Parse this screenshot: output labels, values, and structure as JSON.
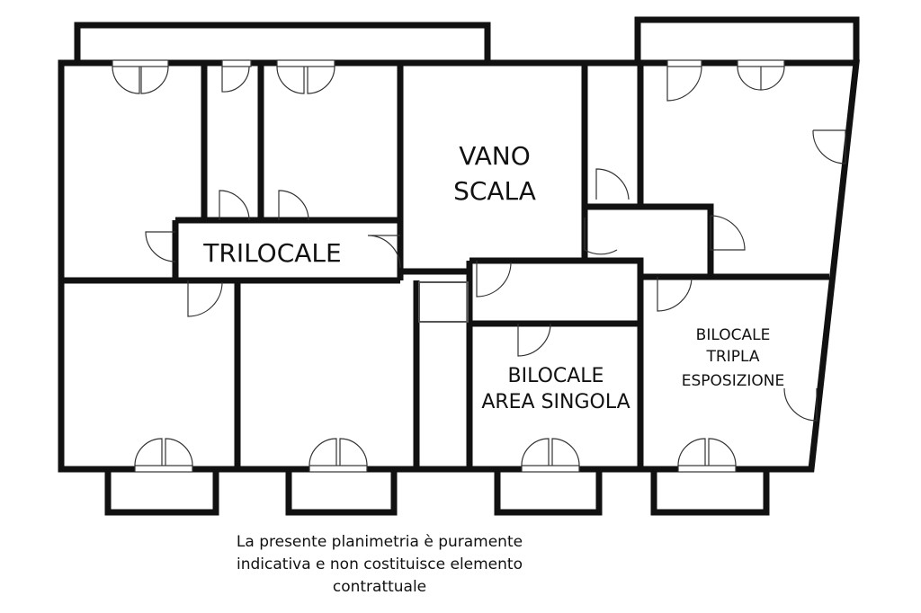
{
  "plan": {
    "rooms": {
      "stair": {
        "line1": "VANO",
        "line2": "SCALA"
      },
      "trilocale": {
        "label": "TRILOCALE"
      },
      "bilocale_single": {
        "line1": "BILOCALE",
        "line2": "AREA SINGOLA"
      },
      "bilocale_triple": {
        "line1": "BILOCALE",
        "line2": "TRIPLA",
        "line3": "ESPOSIZIONE"
      }
    },
    "disclaimer": {
      "line1": "La presente planimetria è puramente",
      "line2": "indicativa e non costituisce elemento",
      "line3": "contrattuale"
    }
  }
}
